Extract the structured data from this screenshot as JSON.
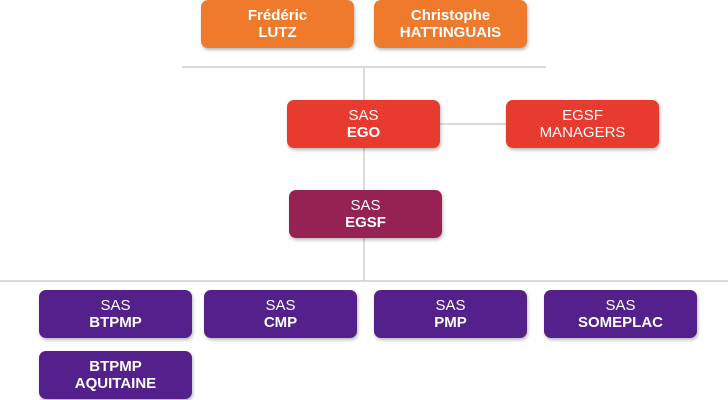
{
  "colors": {
    "shareholders": "#f07a2c",
    "holding": "#e63b2e",
    "managers": "#e63b2e",
    "intermediate": "#962254",
    "subsidiaries": "#53208c",
    "connector": "#cfcfcf"
  },
  "shareholders": [
    {
      "line1": "Frédéric",
      "line2": "LUTZ"
    },
    {
      "line1": "Christophe",
      "line2": "HATTINGUAIS"
    }
  ],
  "holding": {
    "line1": "SAS",
    "line2": "EGO"
  },
  "managers": {
    "line1": "EGSF",
    "line2": "MANAGERS"
  },
  "intermediate": {
    "line1": "SAS",
    "line2": "EGSF"
  },
  "subsidiaries": [
    {
      "line1": "SAS",
      "line2": "BTPMP"
    },
    {
      "line1": "SAS",
      "line2": "CMP"
    },
    {
      "line1": "SAS",
      "line2": "PMP"
    },
    {
      "line1": "SAS",
      "line2": "SOMEPLAC"
    },
    {
      "line1": "BTPMP",
      "line2": "AQUITAINE"
    }
  ]
}
